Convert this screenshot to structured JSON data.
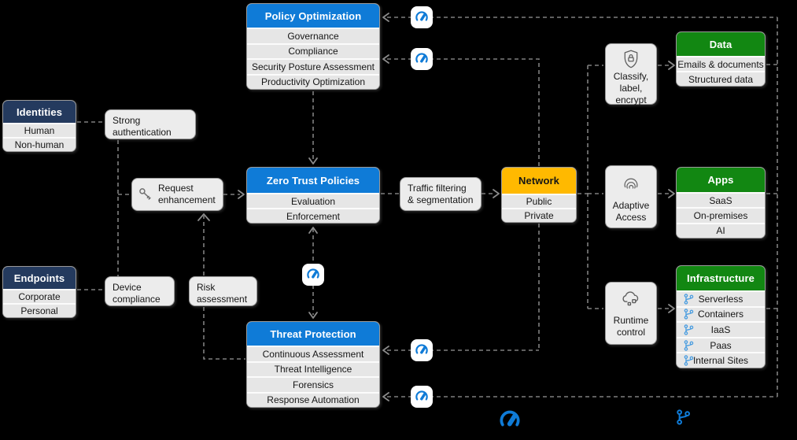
{
  "nodes": {
    "policy_optimization": {
      "title": "Policy Optimization",
      "items": [
        "Governance",
        "Compliance",
        "Security Posture Assessment",
        "Productivity Optimization"
      ]
    },
    "identities": {
      "title": "Identities",
      "items": [
        "Human",
        "Non-human"
      ]
    },
    "endpoints": {
      "title": "Endpoints",
      "items": [
        "Corporate",
        "Personal"
      ]
    },
    "zero_trust_policies": {
      "title": "Zero Trust Policies",
      "items": [
        "Evaluation",
        "Enforcement"
      ]
    },
    "network": {
      "title": "Network",
      "items": [
        "Public",
        "Private"
      ]
    },
    "threat_protection": {
      "title": "Threat Protection",
      "items": [
        "Continuous Assessment",
        "Threat Intelligence",
        "Forensics",
        "Response Automation"
      ]
    },
    "data": {
      "title": "Data",
      "items": [
        "Emails & documents",
        "Structured data"
      ]
    },
    "apps": {
      "title": "Apps",
      "items": [
        "SaaS",
        "On-premises",
        "AI"
      ]
    },
    "infrastructure": {
      "title": "Infrastructure",
      "items": [
        "Serverless",
        "Containers",
        "IaaS",
        "Paas",
        "Internal Sites"
      ]
    }
  },
  "process": {
    "strong_authentication": "Strong authentication",
    "request_enhancement": "Request enhancement",
    "traffic_filtering": "Traffic filtering & segmentation",
    "device_compliance": "Device compliance",
    "risk_assessment": "Risk assessment",
    "classify_label_encrypt": "Classify, label, encrypt",
    "adaptive_access": "Adaptive Access",
    "runtime_control": "Runtime control"
  },
  "icons": {
    "telemetry": "gauge-telemetry-icon",
    "branch": "branch-api-icon",
    "key": "key-icon",
    "shield_lock": "shield-lock-icon",
    "fingerprint": "fingerprint-icon",
    "cloud_runtime": "cloud-runtime-icon"
  },
  "colors": {
    "background": "#000000",
    "header_blue": "#0f7bd7",
    "header_navy": "#243a5e",
    "header_yellow": "#ffb900",
    "header_green": "#128712",
    "row_bg": "#e6e6e6",
    "connector": "#7f7f7f",
    "accent_blue": "#0f7bd7",
    "branch_blue": "#4a9de0"
  }
}
